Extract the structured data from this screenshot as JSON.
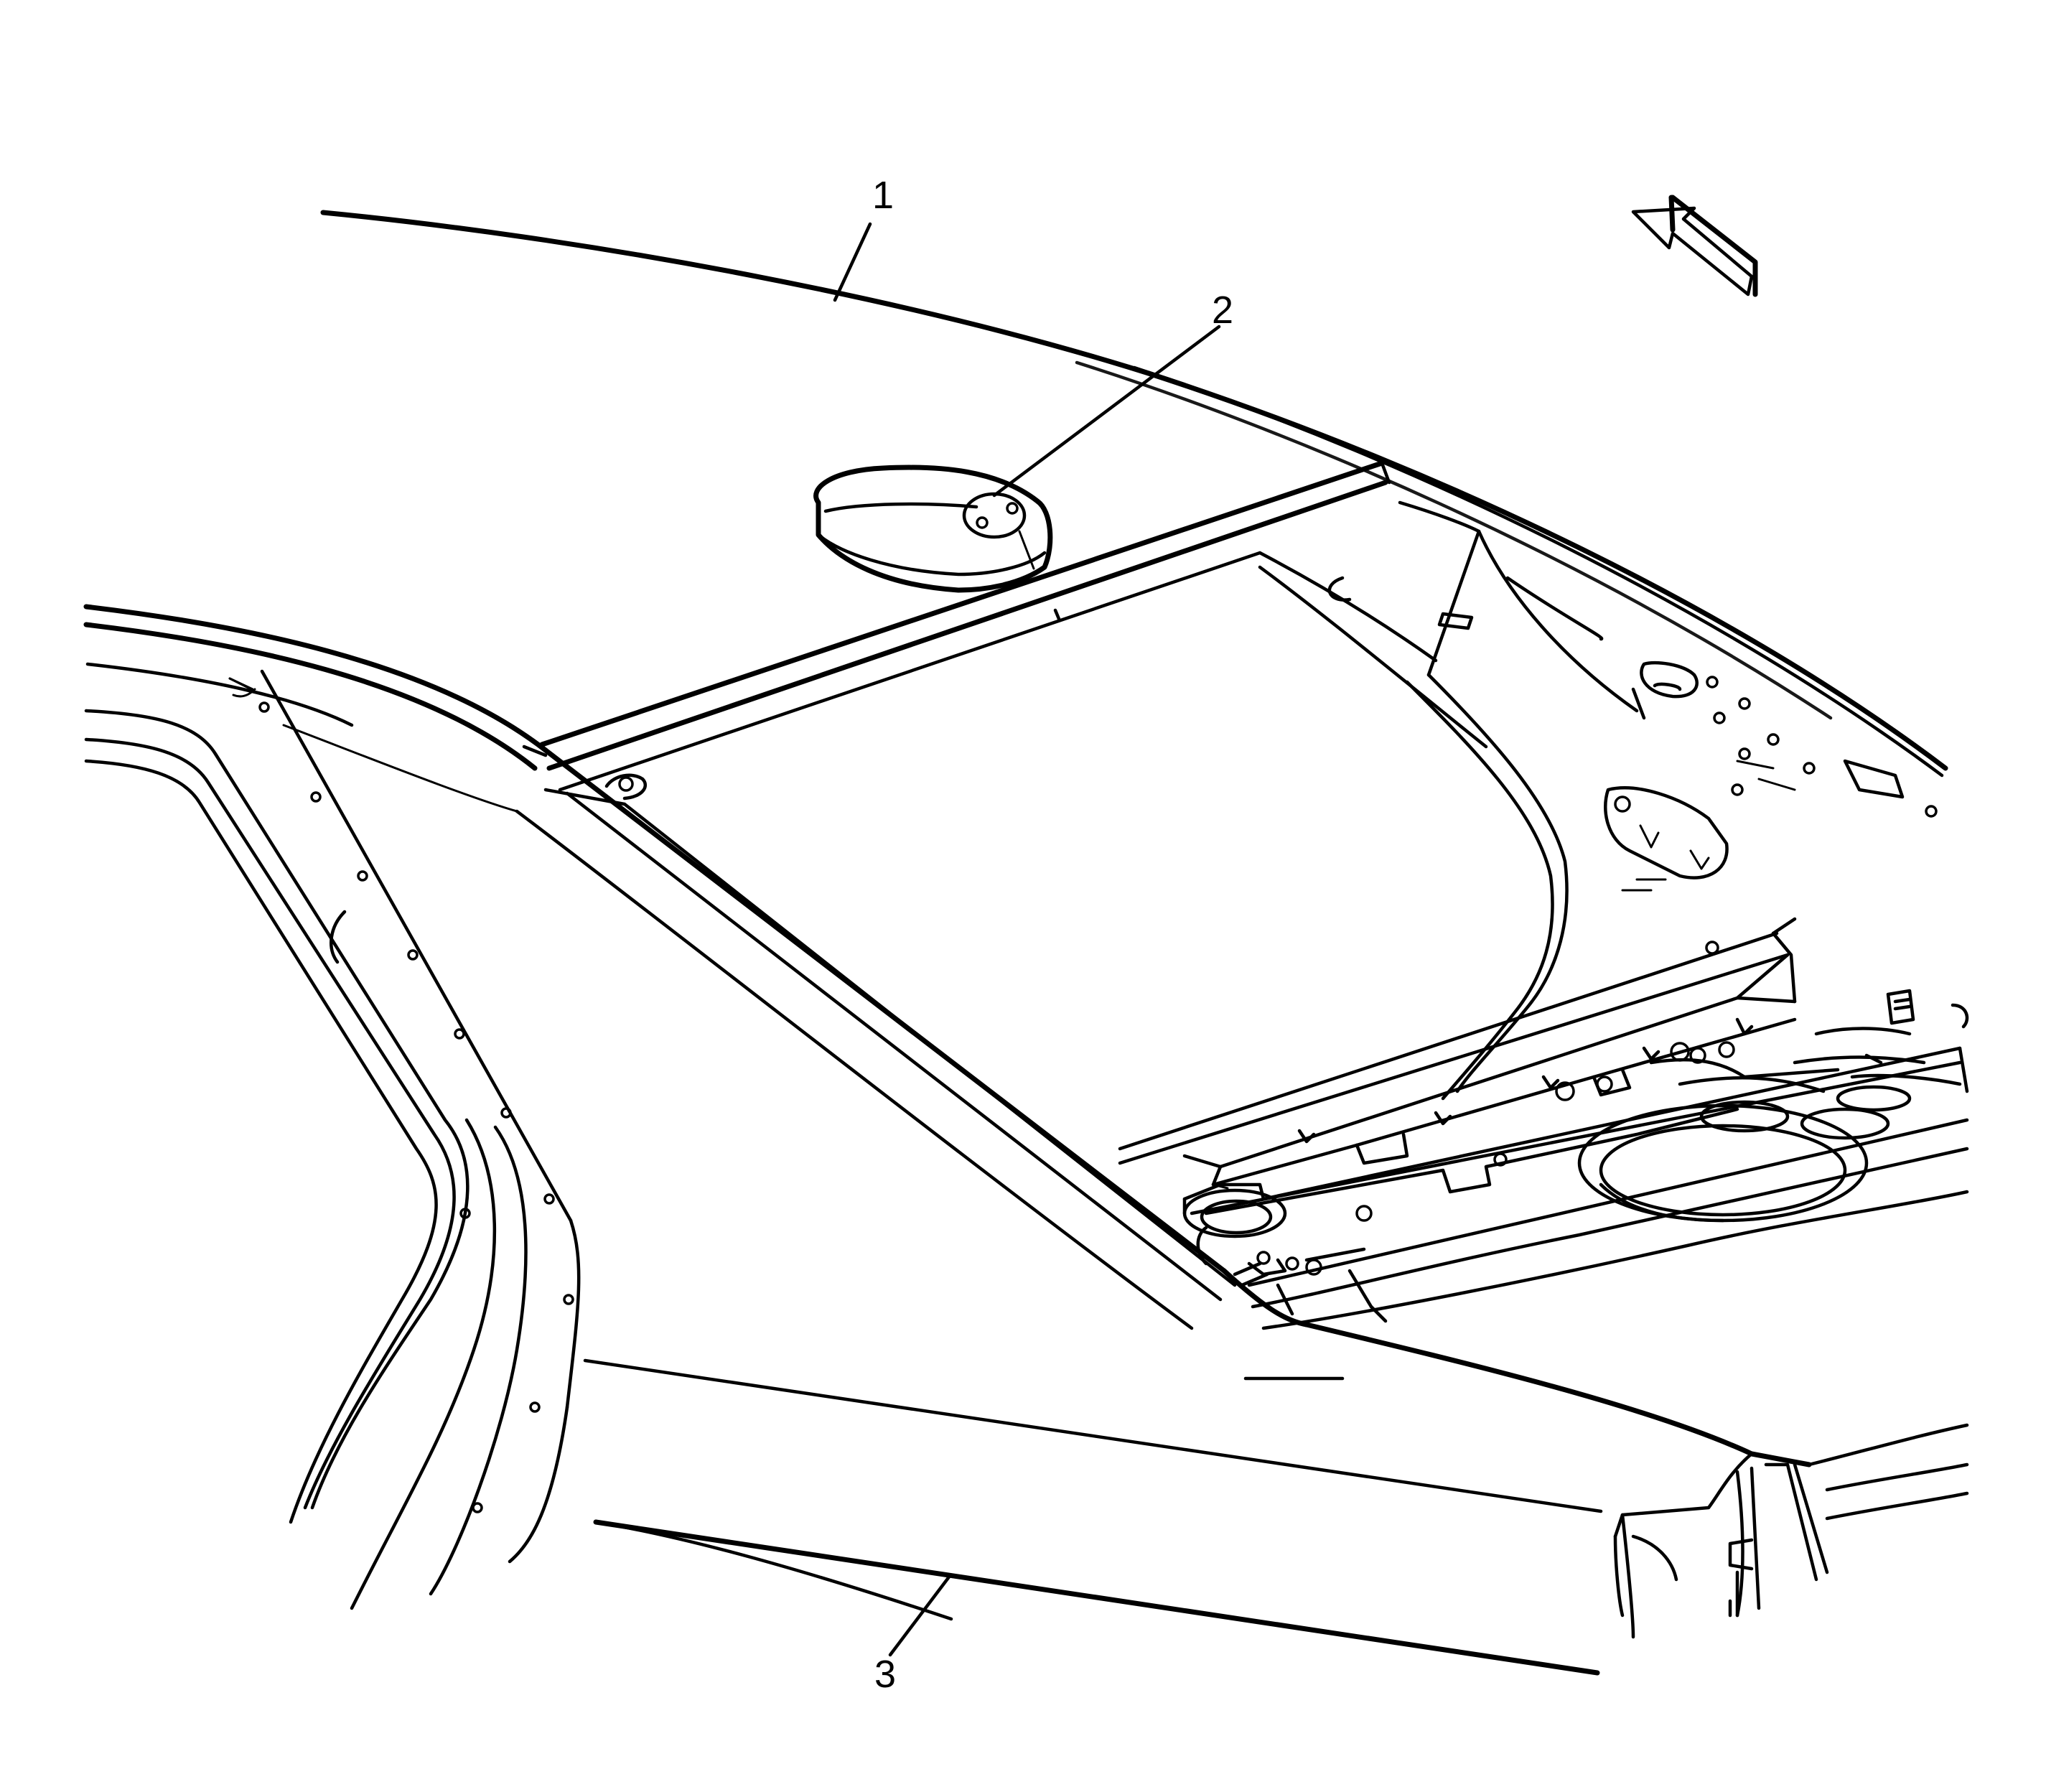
{
  "callouts": [
    {
      "label": "1"
    },
    {
      "label": "2"
    },
    {
      "label": "3"
    }
  ],
  "icons": {
    "direction_arrow": "forward-direction-arrow-icon"
  },
  "colors": {
    "line": "#000000",
    "background": "#ffffff"
  }
}
